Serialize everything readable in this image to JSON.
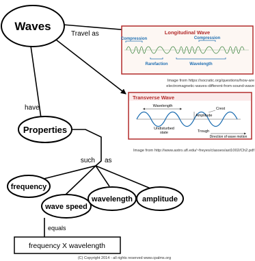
{
  "concepts": {
    "waves": "Waves",
    "properties": "Properties",
    "frequency": "frequency",
    "wave_speed": "wave speed",
    "wavelength": "wavelength",
    "amplitude": "amplitude",
    "formula": "frequency X wavelength"
  },
  "links": {
    "travel_as": "Travel as",
    "have": "have",
    "such": "such",
    "as": "as",
    "equals": "equals"
  },
  "longitudinal_panel": {
    "title": "Longitudinal Wave",
    "compression_left": "Compression",
    "compression_right": "Compression",
    "rarefaction": "Rarefaction",
    "wavelength": "Wavelength",
    "caption_line1": "Image from https://socratic.org/questions/how-are",
    "caption_line2": "electromagnetic-waves-different-from-sound-wave"
  },
  "transverse_panel": {
    "title": "Transverse Wave",
    "wavelength": "Wavelength",
    "crest": "Crest",
    "amplitude": "Amplitude",
    "undisturbed_line1": "Undisturbed",
    "undisturbed_line2": "state",
    "trough": "Trough",
    "direction": "Direction of wave motion",
    "caption": "Image from http://www.astro.ufl.edu/~freyes/classes/ast1002/Ch2.pdf"
  },
  "footer": "(C) Copyright 2014 - all rights reserved www.cpalms.org",
  "colors": {
    "panel_border": "#b22a2a",
    "panel_title": "#b22a2a",
    "wave_green": "#2e7d32",
    "wave_blue": "#1f6fb2",
    "arrow": "#000000"
  }
}
